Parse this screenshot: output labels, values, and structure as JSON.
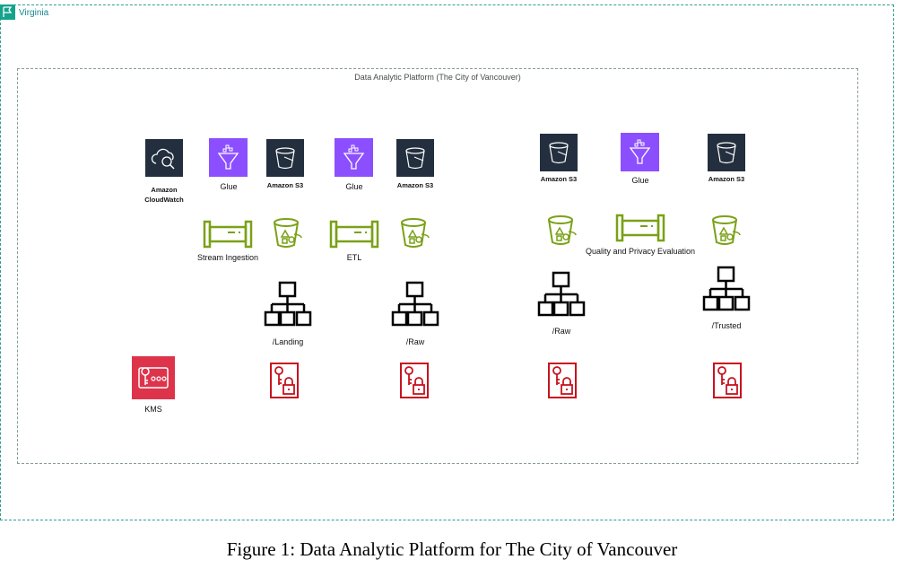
{
  "region": {
    "label": "Virginia",
    "icon": "flag-icon"
  },
  "platform": {
    "label": "Data Analytic Platform (The City of Vancouver)"
  },
  "services": {
    "cloudwatch": {
      "label_line1": "Amazon",
      "label_line2": "CloudWatch",
      "icon": "cloudwatch-icon"
    },
    "glue1": {
      "label": "Glue",
      "icon": "glue-icon"
    },
    "s3_1": {
      "label": "Amazon S3",
      "icon": "s3-icon"
    },
    "glue2": {
      "label": "Glue",
      "icon": "glue-icon"
    },
    "s3_2": {
      "label": "Amazon S3",
      "icon": "s3-icon"
    },
    "s3_3": {
      "label": "Amazon S3",
      "icon": "s3-icon"
    },
    "glue3": {
      "label": "Glue",
      "icon": "glue-icon"
    },
    "s3_4": {
      "label": "Amazon S3",
      "icon": "s3-icon"
    },
    "kms": {
      "label": "KMS",
      "icon": "kms-icon"
    }
  },
  "pipelines": {
    "stream": {
      "label": "Stream Ingestion",
      "icon": "pipeline-icon"
    },
    "etl": {
      "label": "ETL",
      "icon": "pipeline-icon"
    },
    "quality": {
      "label": "Quality and Privacy Evaluation",
      "icon": "pipeline-icon"
    }
  },
  "folders": {
    "landing": {
      "label": "/Landing",
      "icon": "hierarchy-icon"
    },
    "raw1": {
      "label": "/Raw",
      "icon": "hierarchy-icon"
    },
    "raw2": {
      "label": "/Raw",
      "icon": "hierarchy-icon"
    },
    "trusted": {
      "label": "/Trusted",
      "icon": "hierarchy-icon"
    }
  },
  "colors": {
    "region": "#14a38b",
    "glue": "#8c4fff",
    "s3_dark": "#232f3e",
    "bucket_green": "#7aa116",
    "kms_red": "#dd344c",
    "encrypted_red": "#c7131f"
  },
  "caption": "Figure 1: Data Analytic Platform for The City of Vancouver"
}
